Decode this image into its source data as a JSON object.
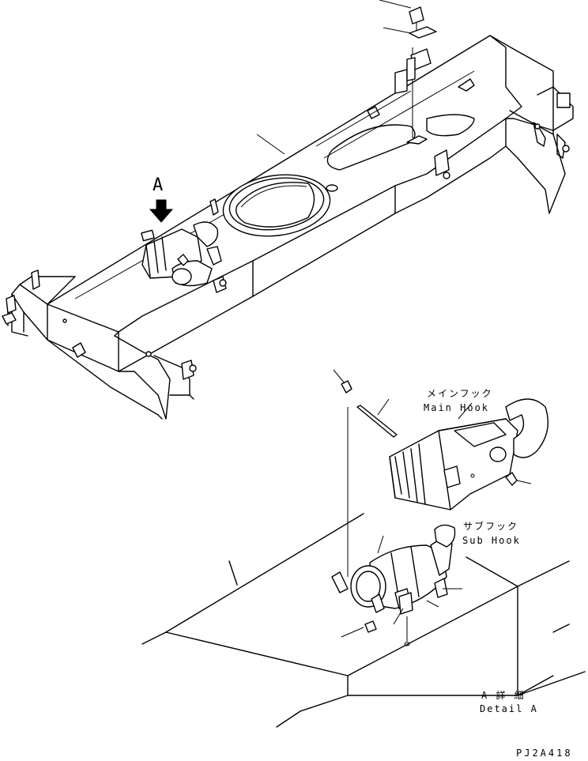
{
  "view_marker": "A",
  "main_hook": {
    "jp": "メインフック",
    "en": "Main Hook"
  },
  "sub_hook": {
    "jp": "サブフック",
    "en": "Sub Hook"
  },
  "detail": {
    "jp": "A 詳 細",
    "en": "Detail A"
  },
  "drawing_code": "PJ2A418"
}
